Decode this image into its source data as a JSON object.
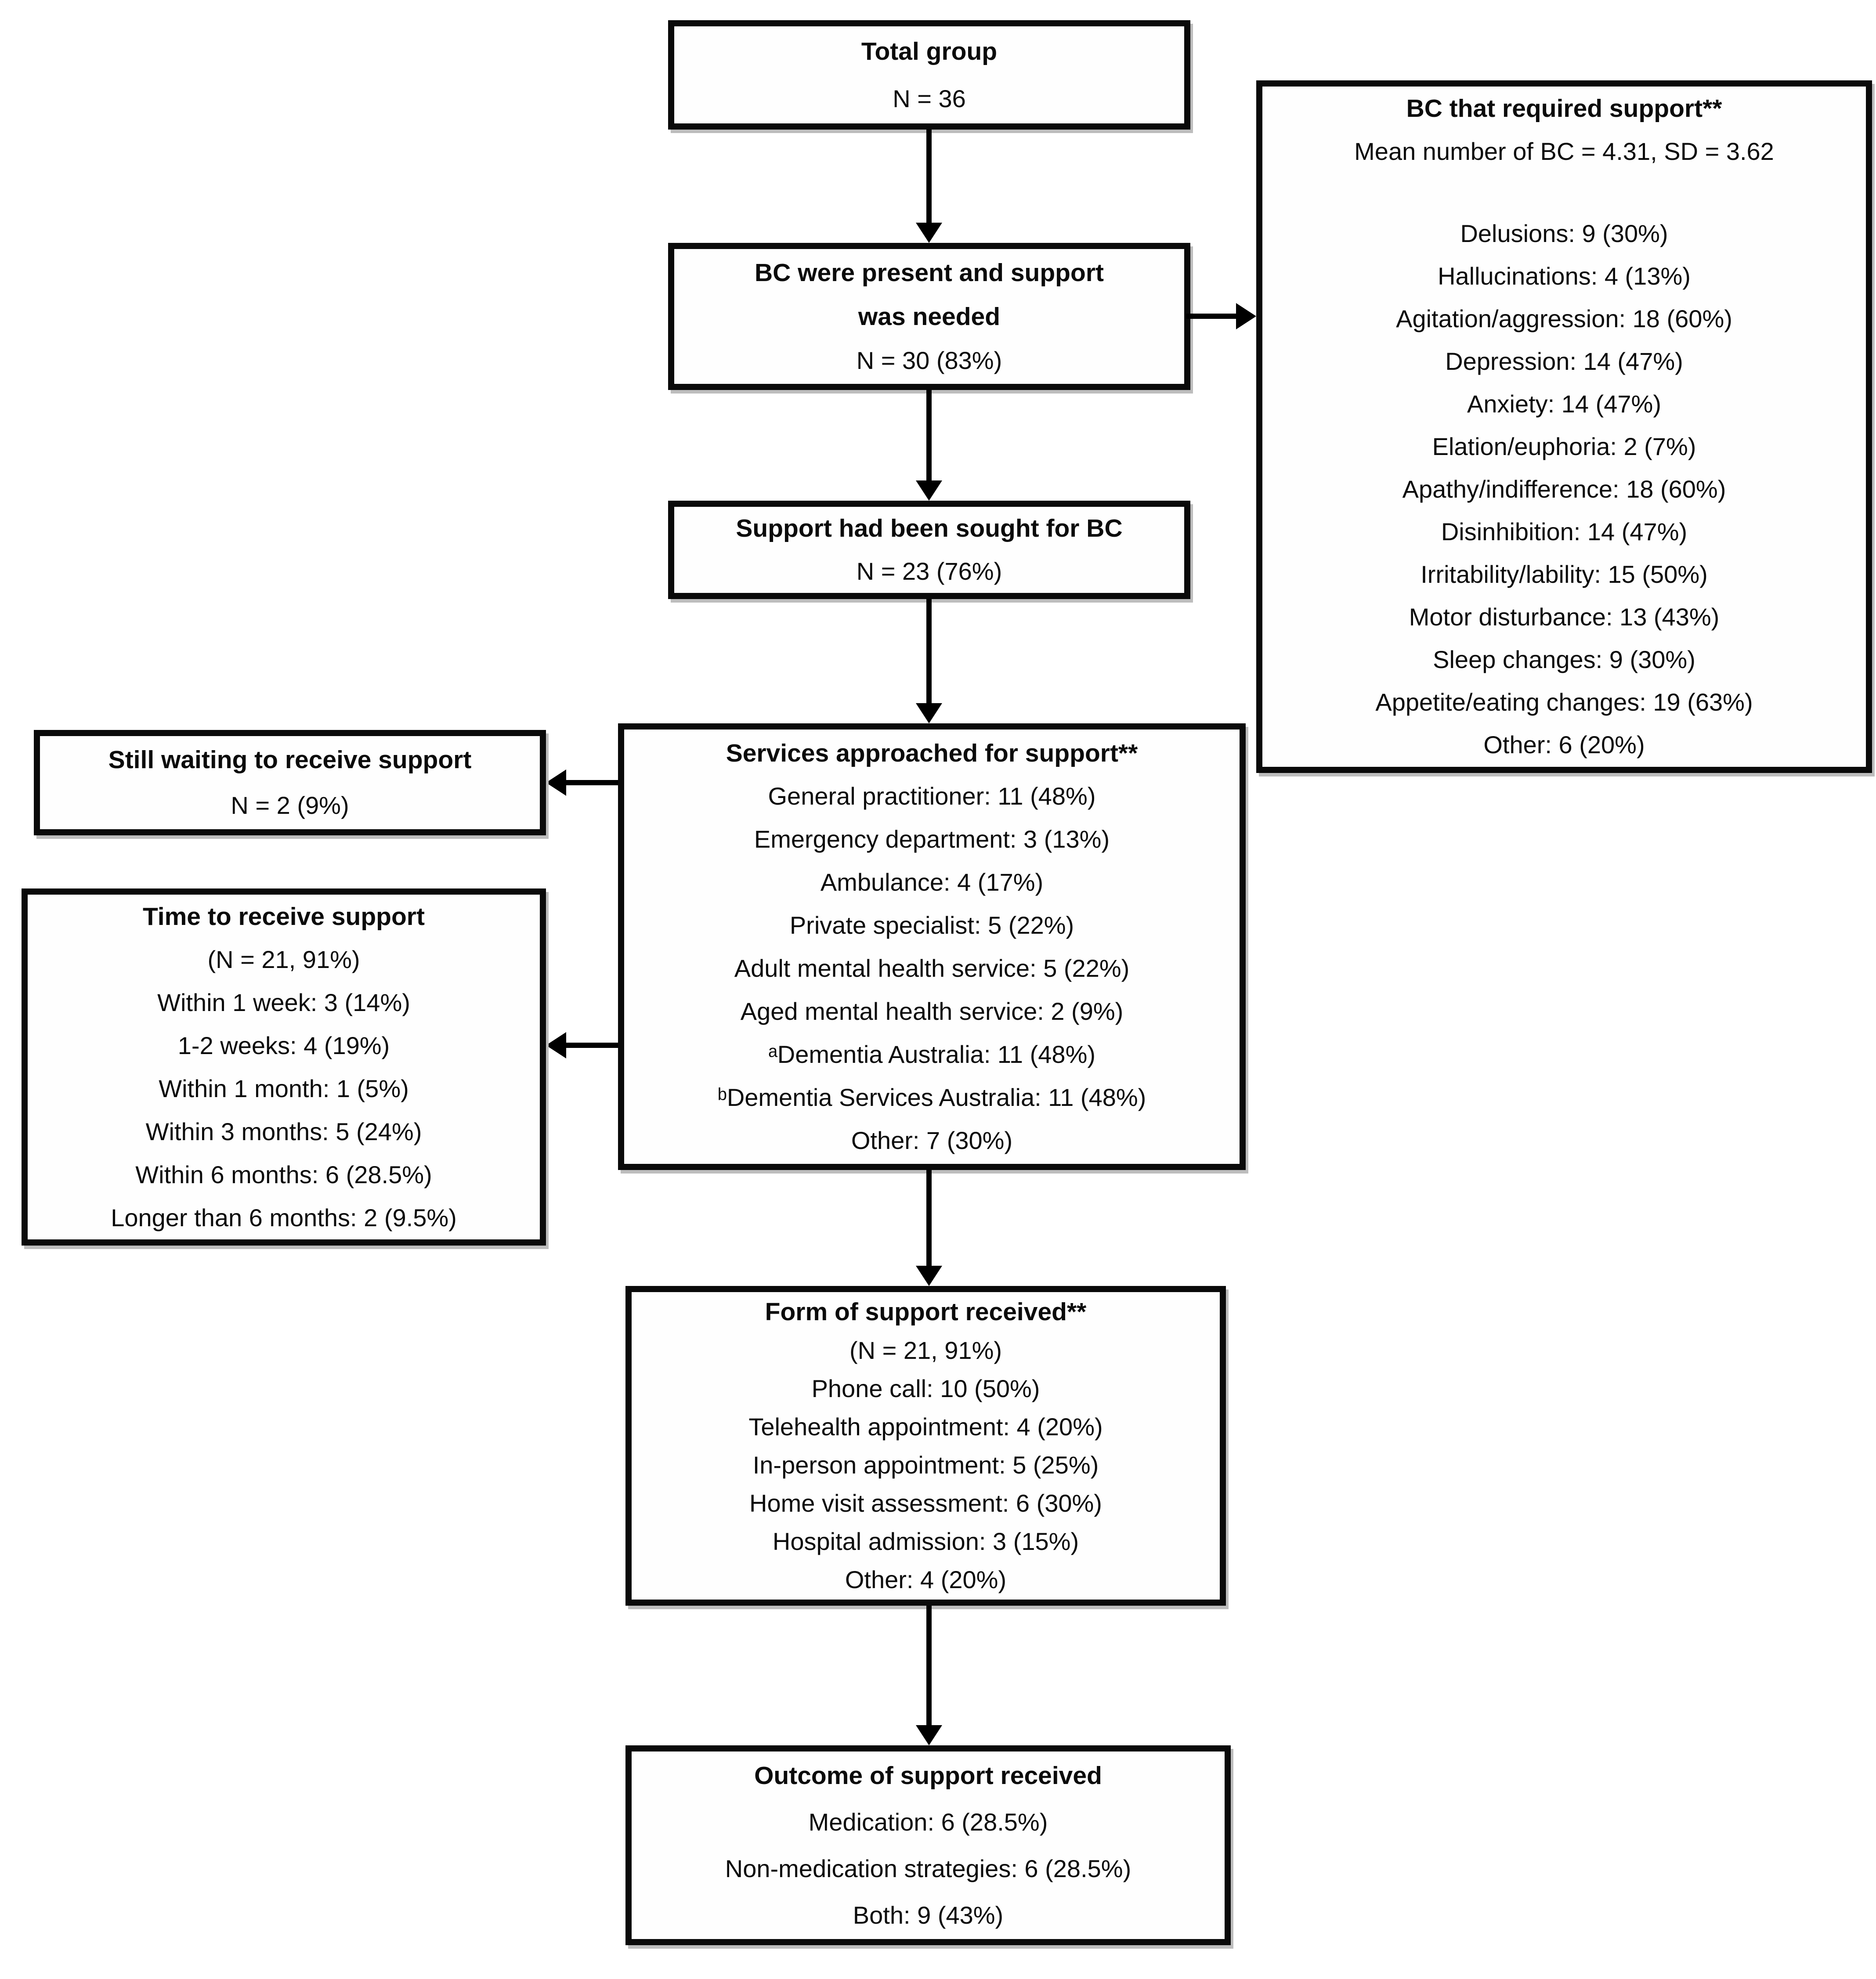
{
  "figure": {
    "description_tag": "flow-diagram",
    "abbrev": "BC"
  },
  "boxes": {
    "total_group": {
      "title": "Total group",
      "stat": "N = 36"
    },
    "bc_present": {
      "title": "BC were present and support\nwas needed",
      "stat": "N = 30  (83%)"
    },
    "support_sought": {
      "title": "Support had been sought for BC",
      "stat": "N = 23  (76%)"
    },
    "bc_required_support": {
      "title": "BC that required support**",
      "subtitle": "Mean number of BC = 4.31,  SD = 3.62",
      "items": [
        "Delusions: 9 (30%)",
        "Hallucinations: 4 (13%)",
        "Agitation/aggression: 18 (60%)",
        "Depression: 14 (47%)",
        "Anxiety: 14 (47%)",
        "Elation/euphoria: 2 (7%)",
        "Apathy/indifference: 18 (60%)",
        "Disinhibition: 14 (47%)",
        "Irritability/lability: 15 (50%)",
        "Motor disturbance: 13 (43%)",
        "Sleep changes: 9 (30%)",
        "Appetite/eating changes: 19 (63%)",
        "Other: 6 (20%)"
      ]
    },
    "still_waiting": {
      "title": "Still waiting to receive support",
      "stat": "N = 2 (9%)"
    },
    "time_to_receive": {
      "title": "Time to receive support",
      "subtitle": "(N = 21,  91%)",
      "items": [
        "Within 1 week: 3 (14%)",
        "1-2  weeks: 4 (19%)",
        "Within 1 month: 1  (5%)",
        "Within 3 months: 5 (24%)",
        "Within 6 months: 6 (28.5%)",
        "Longer than 6 months: 2 (9.5%)"
      ]
    },
    "services_approached": {
      "title": "Services approached for support**",
      "items": [
        "General practitioner: 11 (48%)",
        "Emergency department: 3 (13%)",
        "Ambulance: 4 (17%)",
        "Private specialist: 5 (22%)",
        "Adult mental health service: 5 (22%)",
        "Aged mental health service: 2 (9%)",
        "ᵃDementia Australia: 11 (48%)",
        "ᵇDementia Services Australia: 11 (48%)",
        "Other: 7 (30%)"
      ]
    },
    "form_of_support": {
      "title": "Form of support received**",
      "subtitle": "(N = 21,  91%)",
      "items": [
        "Phone call: 10 (50%)",
        "Telehealth appointment: 4 (20%)",
        "In-person appointment: 5 (25%)",
        "Home visit assessment: 6 (30%)",
        "Hospital admission: 3 (15%)",
        "Other: 4 (20%)"
      ]
    },
    "outcome": {
      "title": "Outcome of support received",
      "items": [
        "Medication: 6 (28.5%)",
        "Non-medication strategies: 6 (28.5%)",
        "Both: 9  (43%)"
      ]
    }
  },
  "colors": {
    "line": "#000000",
    "border": "#0a0a0a",
    "background": "#ffffff",
    "shadow": "#bdbdbd"
  }
}
